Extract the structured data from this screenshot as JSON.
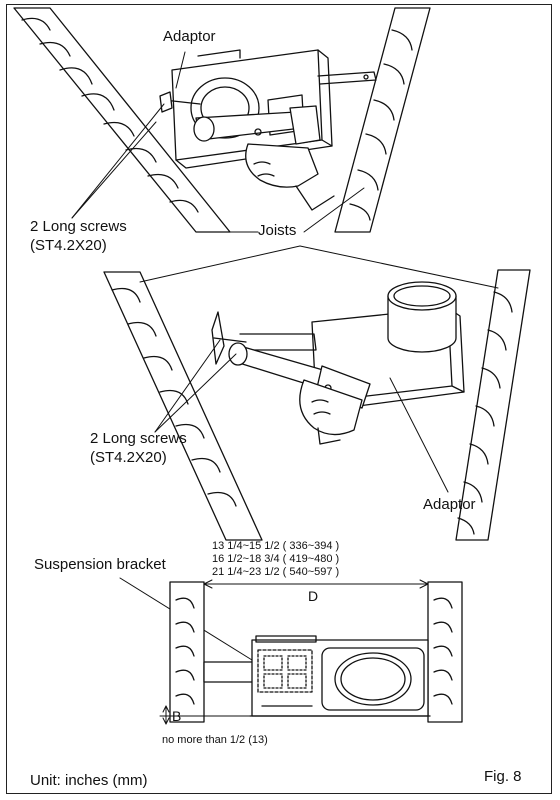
{
  "labels": {
    "adaptor_top": "Adaptor",
    "screws_top_line1": "2 Long screws",
    "screws_top_line2": "(ST4.2X20)",
    "joists": "Joists",
    "screws_mid_line1": "2 Long screws",
    "screws_mid_line2": "(ST4.2X20)",
    "adaptor_mid": "Adaptor",
    "suspension_bracket": "Suspension bracket",
    "dim_line1": "13 1/4~15 1/2 ( 336~394 )",
    "dim_line2": "16 1/2~18 3/4 ( 419~480 )",
    "dim_line3": "21 1/4~23 1/2 ( 540~597 )",
    "dim_D": "D",
    "dim_B": "B",
    "no_more_than": "no more than 1/2 (13)",
    "unit": "Unit: inches (mm)",
    "fig": "Fig. 8"
  },
  "colors": {
    "line": "#111111",
    "background": "#ffffff"
  }
}
